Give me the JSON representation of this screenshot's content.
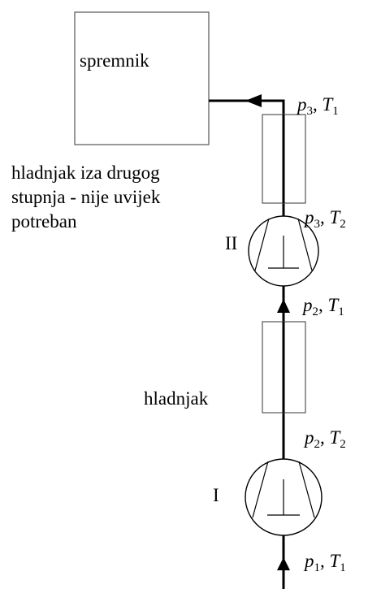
{
  "tank": {
    "label": "spremnik"
  },
  "note": {
    "lines": [
      "hladnjak iza drugog",
      "stupnja - nije uvijek",
      "potreban"
    ]
  },
  "cooler": {
    "label": "hladnjak"
  },
  "stages": {
    "first": "I",
    "second": "II"
  },
  "state_points": {
    "top": {
      "p": "p",
      "p_sub": "3",
      "sep": ", ",
      "T": "T",
      "T_sub": "1"
    },
    "after_second": {
      "p": "p",
      "p_sub": "3",
      "sep": ", ",
      "T": "T",
      "T_sub": "2"
    },
    "before_second": {
      "p": "p",
      "p_sub": "2",
      "sep": ", ",
      "T": "T",
      "T_sub": "1"
    },
    "after_first": {
      "p": "p",
      "p_sub": "2",
      "sep": ", ",
      "T": "T",
      "T_sub": "2"
    },
    "inlet": {
      "p": "p",
      "p_sub": "1",
      "sep": ", ",
      "T": "T",
      "T_sub": "1"
    }
  }
}
